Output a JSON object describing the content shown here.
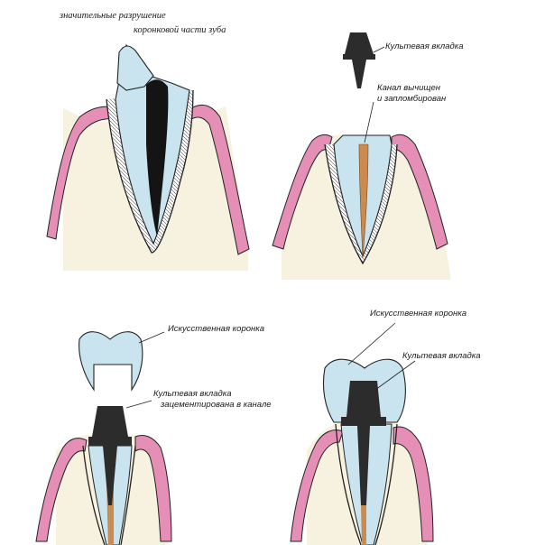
{
  "panels": [
    {
      "id": "damaged-tooth",
      "labels": {
        "line1": "значительные разрушение",
        "line2": "коронковой части зуба"
      }
    },
    {
      "id": "prepared-canal",
      "labels": {
        "core_inlay": "Культевая вкладка",
        "canal_line1": "Канал вычищен",
        "canal_line2": "и запломбирован"
      }
    },
    {
      "id": "cemented-inlay",
      "labels": {
        "crown": "Искусственная коронка",
        "cemented_line1": "Культевая вкладка",
        "cemented_line2": "зацементирована в канале"
      }
    },
    {
      "id": "finished-restoration",
      "labels": {
        "crown": "Искусственная коронка",
        "core_inlay": "Культевая вкладка"
      }
    }
  ],
  "colors": {
    "gum": "#e58fb7",
    "bone": "#f6f2df",
    "tooth": "#c9e4ef",
    "decay": "#141414",
    "filling": "#c98b4f",
    "inlay": "#2c2c2c",
    "outline": "#222222"
  }
}
